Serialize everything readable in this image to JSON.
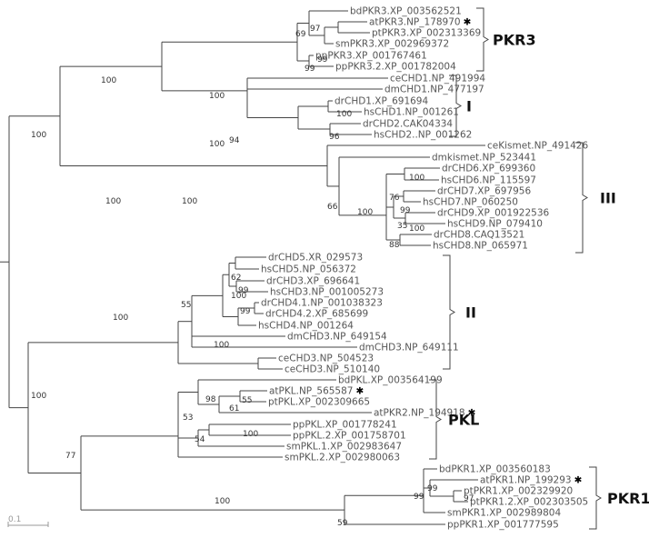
{
  "leaves": [
    {
      "id": "bdPKR3",
      "label": "bdPKR3.XP_003562521",
      "mark": false
    },
    {
      "id": "atPKR3",
      "label": "atPKR3.NP_178970",
      "mark": true
    },
    {
      "id": "ptPKR3",
      "label": "ptPKR3.XP_002313369",
      "mark": false
    },
    {
      "id": "smPKR3",
      "label": "smPKR3.XP_002969372",
      "mark": false
    },
    {
      "id": "ppPKR3",
      "label": "ppPKR3.XP_001767461",
      "mark": false
    },
    {
      "id": "ppPKR32",
      "label": "ppPKR3.2.XP_001782004",
      "mark": false
    },
    {
      "id": "ceCHD1",
      "label": "ceCHD1.NP_491994",
      "mark": false
    },
    {
      "id": "dmCHD1",
      "label": "dmCHD1.NP_477197",
      "mark": false
    },
    {
      "id": "drCHD1",
      "label": "drCHD1.XP_691694",
      "mark": false
    },
    {
      "id": "hsCHD1",
      "label": "hsCHD1.NP_001261",
      "mark": false
    },
    {
      "id": "drCHD2",
      "label": "drCHD2.CAK04334",
      "mark": false
    },
    {
      "id": "hsCHD2",
      "label": "hsCHD2..NP_001262",
      "mark": false
    },
    {
      "id": "ceKismet",
      "label": "ceKismet.NP_491426",
      "mark": false
    },
    {
      "id": "dmkismet",
      "label": "dmkismet.NP_523441",
      "mark": false
    },
    {
      "id": "drCHD6",
      "label": "drCHD6.XP_699360",
      "mark": false
    },
    {
      "id": "hsCHD6",
      "label": "hsCHD6.NP_115597",
      "mark": false
    },
    {
      "id": "drCHD7",
      "label": "drCHD7.XP_697956",
      "mark": false
    },
    {
      "id": "hsCHD7",
      "label": "hsCHD7.NP_060250",
      "mark": false
    },
    {
      "id": "drCHD9",
      "label": "drCHD9.XP_001922536",
      "mark": false
    },
    {
      "id": "hsCHD9",
      "label": "hsCHD9.NP_079410",
      "mark": false
    },
    {
      "id": "drCHD8",
      "label": "drCHD8.CAQ13521",
      "mark": false
    },
    {
      "id": "hsCHD8",
      "label": "hsCHD8.NP_065971",
      "mark": false
    },
    {
      "id": "drCHD5",
      "label": "drCHD5.XR_029573",
      "mark": false
    },
    {
      "id": "hsCHD5",
      "label": "hsCHD5.NP_056372",
      "mark": false
    },
    {
      "id": "drCHD3",
      "label": "drCHD3.XP_696641",
      "mark": false
    },
    {
      "id": "hsCHD3",
      "label": "hsCHD3.NP_001005273",
      "mark": false
    },
    {
      "id": "drCHD41",
      "label": "drCHD4.1.NP_001038323",
      "mark": false
    },
    {
      "id": "drCHD42",
      "label": "drCHD4.2.XP_685699",
      "mark": false
    },
    {
      "id": "hsCHD4",
      "label": "hsCHD4.NP_001264",
      "mark": false
    },
    {
      "id": "dmCHD3a",
      "label": "dmCHD3.NP_649154",
      "mark": false
    },
    {
      "id": "dmCHD3b",
      "label": "dmCHD3.NP_649111",
      "mark": false
    },
    {
      "id": "ceCHD3a",
      "label": "ceCHD3.NP_504523",
      "mark": false
    },
    {
      "id": "ceCHD3b",
      "label": "ceCHD3.NP_510140",
      "mark": false
    },
    {
      "id": "bdPKL",
      "label": "bdPKL.XP_003564199",
      "mark": false
    },
    {
      "id": "atPKL",
      "label": "atPKL.NP_565587",
      "mark": true
    },
    {
      "id": "ptPKL",
      "label": "ptPKL.XP_002309665",
      "mark": false
    },
    {
      "id": "atPKR2",
      "label": "atPKR2.NP_194918",
      "mark": true
    },
    {
      "id": "ppPKL",
      "label": "ppPKL.XP_001778241",
      "mark": false
    },
    {
      "id": "ppPKL2",
      "label": "ppPKL.2.XP_001758701",
      "mark": false
    },
    {
      "id": "smPKL1",
      "label": "smPKL.1.XP_002983647",
      "mark": false
    },
    {
      "id": "smPKL2",
      "label": "smPKL.2.XP_002980063",
      "mark": false
    },
    {
      "id": "bdPKR1",
      "label": "bdPKR1.XP_003560183",
      "mark": false
    },
    {
      "id": "atPKR1",
      "label": "atPKR1.NP_199293",
      "mark": true
    },
    {
      "id": "ptPKR1",
      "label": "ptPKR1.XP_002329920",
      "mark": false
    },
    {
      "id": "ptPKR12",
      "label": "ptPKR1.2.XP_002303505",
      "mark": false
    },
    {
      "id": "smPKR1",
      "label": "smPKR1.XP_002989804",
      "mark": false
    },
    {
      "id": "ppPKR1",
      "label": "ppPKR1.XP_001777595",
      "mark": false
    }
  ],
  "bootstrap": [
    "100",
    "69",
    "97",
    "99",
    "99",
    "100",
    "94",
    "100",
    "96",
    "66",
    "76",
    "99",
    "100",
    "35",
    "100",
    "100",
    "88",
    "100",
    "55",
    "62",
    "100",
    "99",
    "99",
    "100",
    "100",
    "98",
    "55",
    "61",
    "53",
    "100",
    "54",
    "77",
    "100",
    "99",
    "99",
    "97",
    "59",
    "100",
    "100",
    "100",
    "100"
  ],
  "clades": [
    {
      "id": "pkr3",
      "label": "PKR3"
    },
    {
      "id": "i",
      "label": "I"
    },
    {
      "id": "iii",
      "label": "III"
    },
    {
      "id": "ii",
      "label": "II"
    },
    {
      "id": "pkl",
      "label": "PKL"
    },
    {
      "id": "pkr1",
      "label": "PKR1"
    }
  ],
  "scale_label": "0.1",
  "mark_symbol": "✱"
}
